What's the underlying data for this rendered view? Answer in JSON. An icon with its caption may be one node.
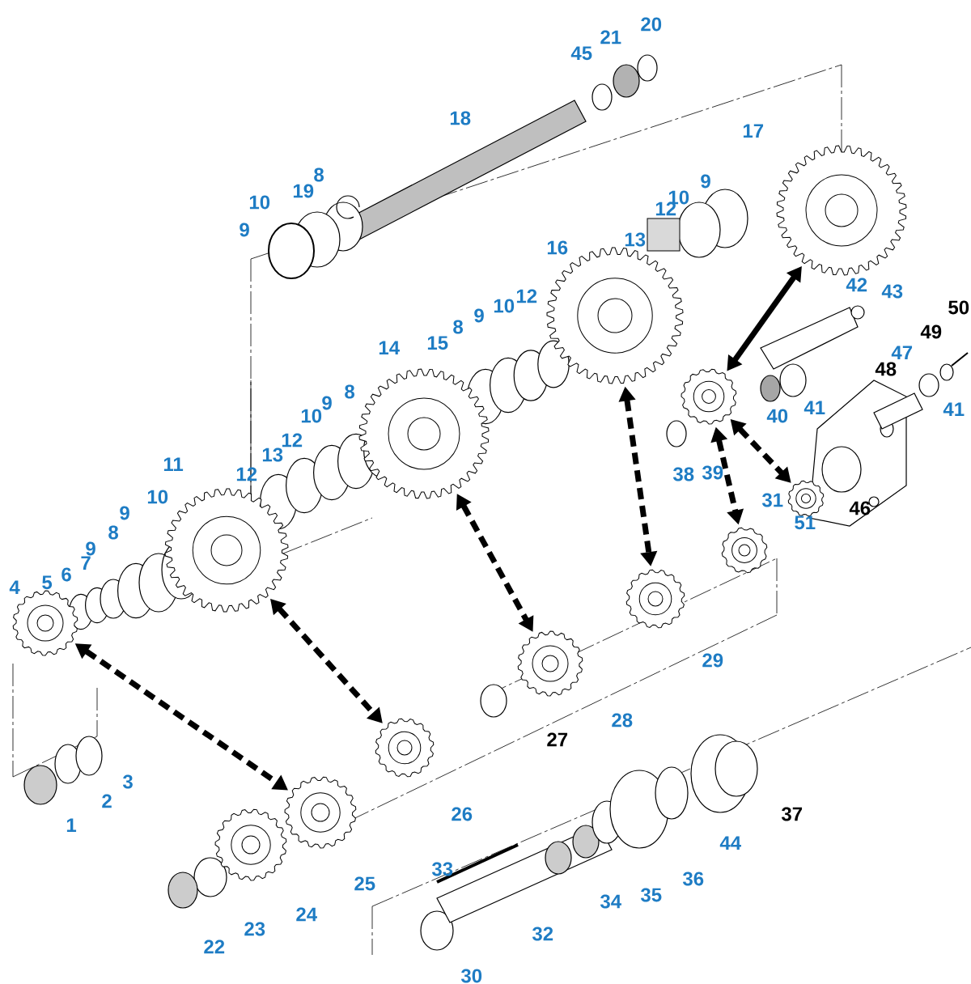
{
  "diagram": {
    "nodes": [
      {
        "text": [],
        "shape": "picture"
      },
      {
        "text": [],
        "shape": "picture"
      },
      {
        "text": [],
        "shape": "picture"
      },
      {
        "text": [],
        "shape": "picture"
      },
      {
        "text": [],
        "shape": "picture"
      },
      {
        "text": [],
        "shape": "picture"
      },
      {
        "text": [],
        "shape": "picture"
      },
      {
        "text": [],
        "shape": "picture"
      },
      {
        "text": [],
        "shape": "picture"
      },
      {
        "text": [],
        "shape": "picture"
      },
      {
        "text": [],
        "shape": "picture"
      },
      {
        "text": [],
        "shape": "picture"
      },
      {
        "text": [],
        "shape": "picture"
      }
    ],
    "edges": [
      {
        "from": 0,
        "to": 6,
        "arrow": "both",
        "style": "dashed"
      },
      {
        "from": 1,
        "to": 7,
        "arrow": "both",
        "style": "dashed"
      },
      {
        "from": 2,
        "to": 8,
        "arrow": "both",
        "style": "dashed"
      },
      {
        "from": 3,
        "to": 9,
        "arrow": "both",
        "style": "dashed"
      },
      {
        "from": 5,
        "to": 10,
        "arrow": "both",
        "style": "dashed"
      },
      {
        "from": 5,
        "to": 11,
        "arrow": "both",
        "style": "dashed"
      },
      {
        "from": 4,
        "to": 5,
        "arrow": "both"
      }
    ],
    "labels": [
      "20",
      "21",
      "45",
      "18",
      "8",
      "19",
      "10",
      "9",
      "17",
      "9",
      "10",
      "12",
      "13",
      "16",
      "42",
      "43",
      "50",
      "49",
      "15",
      "14",
      "8",
      "9",
      "10",
      "12",
      "48",
      "47",
      "8",
      "9",
      "41",
      "10",
      "40",
      "41",
      "12",
      "13",
      "38",
      "39",
      "12",
      "11",
      "46",
      "51",
      "31",
      "10",
      "9",
      "8",
      "9",
      "7",
      "6",
      "5",
      "4",
      "29",
      "28",
      "27",
      "3",
      "2",
      "1",
      "26",
      "37",
      "44",
      "33",
      "36",
      "35",
      "34",
      "25",
      "24",
      "23",
      "22",
      "32",
      "30"
    ]
  }
}
